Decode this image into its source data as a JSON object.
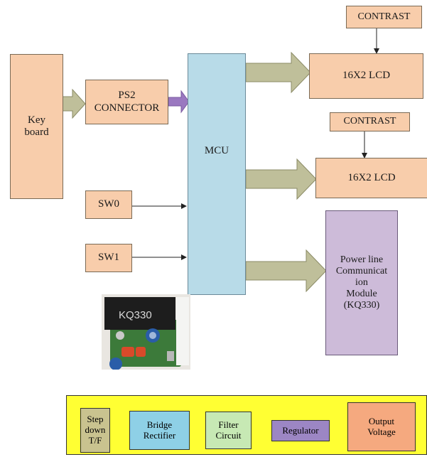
{
  "diagram": {
    "keyboard": "Key\nboard",
    "ps2": "PS2\nCONNECTOR",
    "mcu": "MCU",
    "sw0": "SW0",
    "sw1": "SW1",
    "contrast_top": "CONTRAST",
    "lcd_top": "16X2 LCD",
    "contrast_mid": "CONTRAST",
    "lcd_mid": "16X2 LCD",
    "plc_module": "Power line\nCommunicat\nion\nModule\n(KQ330)",
    "module_photo_label": "KQ330"
  },
  "power_supply": {
    "step_down": "Step\ndown\nT/F",
    "bridge": "Bridge\nRectifier",
    "filter": "Filter\nCircuit",
    "regulator": "Regulator",
    "output": "Output\nVoltage"
  },
  "colors": {
    "peach": "#f8cdab",
    "mcu_blue": "#b8dbe8",
    "plc_purple": "#cdbbd9",
    "bus_arrow": "#bfbf9a",
    "ps2_link": "#9a78c0",
    "strip_yellow": "#ffff33"
  }
}
